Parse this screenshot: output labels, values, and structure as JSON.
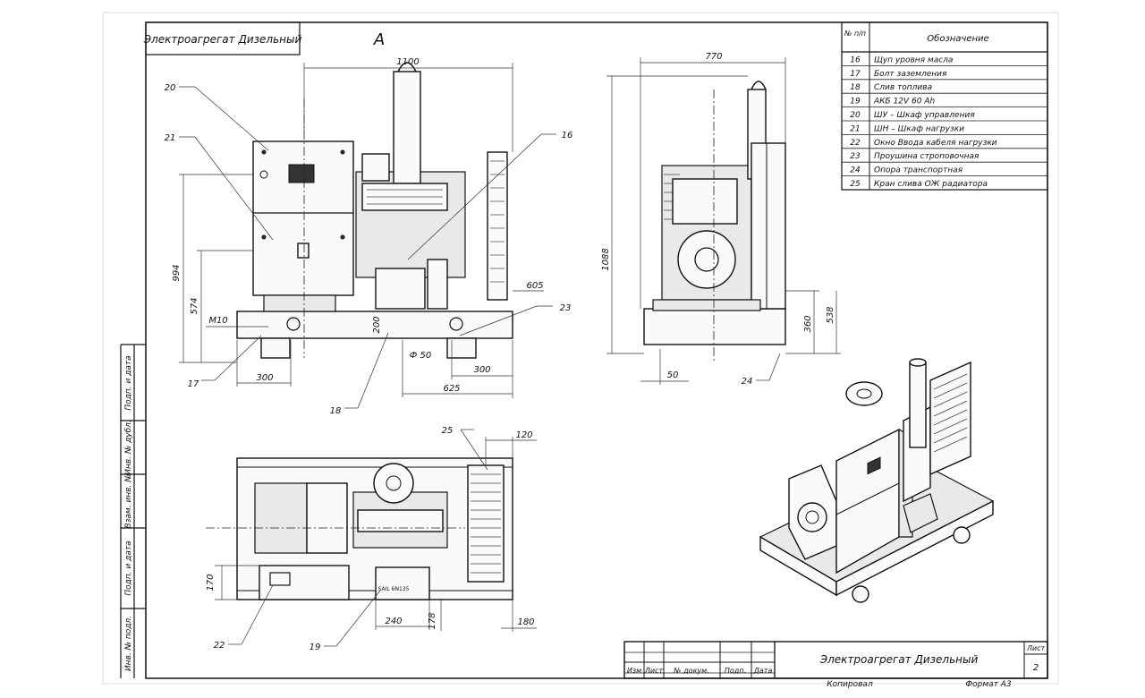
{
  "drawing": {
    "title_top": "Электроагрегат Дизельный",
    "view_label": "A",
    "bottom_title": "Электроагрегат Дизельный",
    "sheet_label": "Лист",
    "sheet_number": "2",
    "copied_label": "Копировал",
    "format_label": "Формат А3"
  },
  "stamp_headers": [
    "Изм",
    "Лист",
    "№ докум.",
    "Подп.",
    "Дата"
  ],
  "side_labels": [
    "Подп. и дата",
    "Инв. № дубл.",
    "Взам. инв. №",
    "Подп. и дата",
    "Инв. № подл."
  ],
  "legend": {
    "col_num": "№ п/п",
    "col_name": "Обозначение",
    "rows": [
      {
        "n": "16",
        "name": "Щуп уровня масла"
      },
      {
        "n": "17",
        "name": "Болт заземления"
      },
      {
        "n": "18",
        "name": "Слив топлива"
      },
      {
        "n": "19",
        "name": "АКБ 12V 60 Ah"
      },
      {
        "n": "20",
        "name": "ШУ – Шкаф управления"
      },
      {
        "n": "21",
        "name": "ШН – Шкаф нагрузки"
      },
      {
        "n": "22",
        "name": "Окно Ввода кабеля нагрузки"
      },
      {
        "n": "23",
        "name": "Проушина строповочная"
      },
      {
        "n": "24",
        "name": "Опора транспортная"
      },
      {
        "n": "25",
        "name": "Кран слива ОЖ радиатора"
      }
    ]
  },
  "front": {
    "w_total": "1100",
    "h_994": "994",
    "h_574": "574",
    "m10": "M10",
    "d300a": "300",
    "d200": "200",
    "d605": "605",
    "phi50": "Ф 50",
    "d300b": "300",
    "d625": "625",
    "c16": "16",
    "c17": "17",
    "c18": "18",
    "c20": "20",
    "c21": "21",
    "c23": "23"
  },
  "side": {
    "w770": "770",
    "h1088": "1088",
    "h360": "360",
    "h538": "538",
    "d50": "50",
    "c24": "24"
  },
  "top": {
    "d120": "120",
    "d170": "170",
    "d240": "240",
    "d178": "178",
    "d180": "180",
    "c19": "19",
    "c22": "22",
    "c25": "25",
    "bat_label": "SAIL 6N135"
  }
}
